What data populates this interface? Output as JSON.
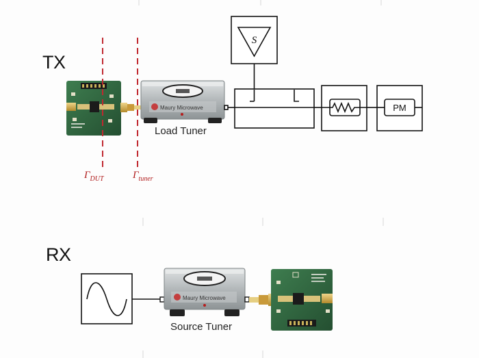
{
  "diagram": {
    "tx": {
      "label": "TX",
      "tuner_caption": "Load Tuner",
      "gamma_dut": {
        "symbol": "Γ",
        "subscript": "DUT"
      },
      "gamma_tuner": {
        "symbol": "Γ",
        "subscript": "tuner"
      },
      "source_symbol": "S",
      "power_meter_label": "PM"
    },
    "rx": {
      "label": "RX",
      "tuner_caption": "Source Tuner"
    },
    "tuner_brand": "Maury Microwave",
    "colors": {
      "line": "#111111",
      "reference_plane": "#c0282f",
      "pcb": "#2f6a3f",
      "tuner_body": "#a8acae"
    }
  }
}
